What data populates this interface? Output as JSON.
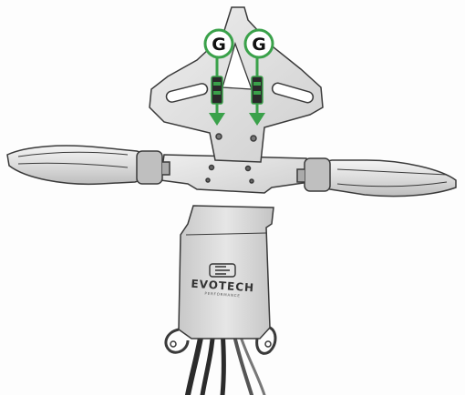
{
  "callouts": [
    {
      "id": "left",
      "label": "G"
    },
    {
      "id": "right",
      "label": "G"
    }
  ],
  "brand": {
    "name": "EVOTECH",
    "subtitle": "PERFORMANCE"
  },
  "colors": {
    "accent_green": "#3aa14a",
    "callout_ring": "#3aa14a",
    "sketch_line": "#3a3a3a",
    "metal_shade": "#d9d9d9",
    "background": "#fdfdfd"
  }
}
